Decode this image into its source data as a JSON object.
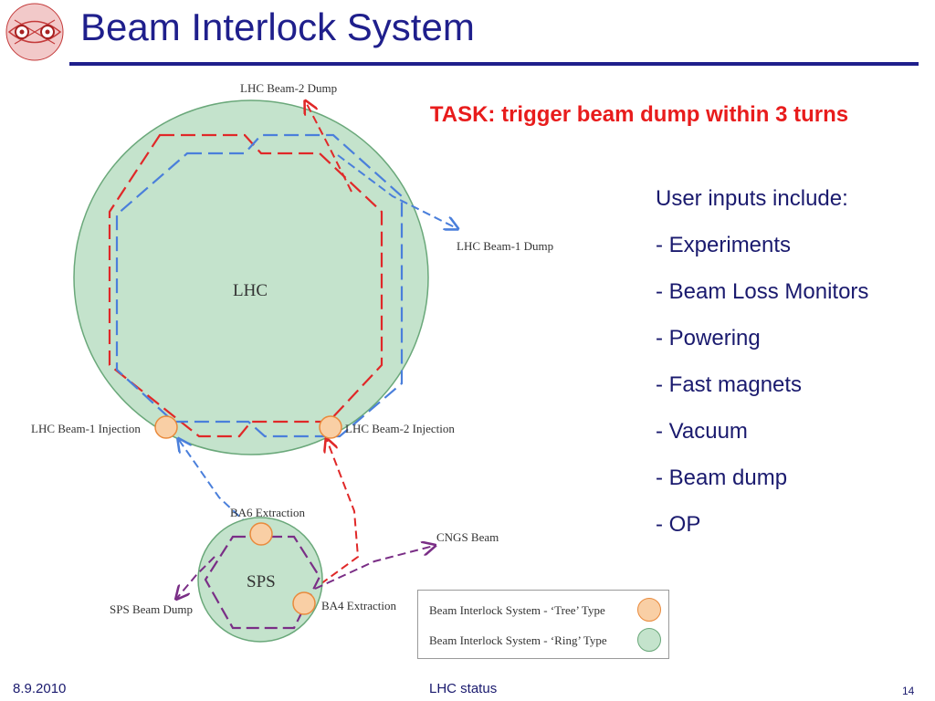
{
  "slide": {
    "title": "Beam Interlock System",
    "task": "TASK: trigger beam dump within 3 turns",
    "inputs_heading": "User inputs include:",
    "inputs": [
      "- Experiments",
      "- Beam Loss Monitors",
      "- Powering",
      "- Fast magnets",
      "- Vacuum",
      "- Beam dump",
      "- OP"
    ]
  },
  "diagram": {
    "lhc_label": "LHC",
    "sps_label": "SPS",
    "beam2_dump": "LHC Beam-2 Dump",
    "beam1_dump": "LHC Beam-1 Dump",
    "beam1_injection": "LHC Beam-1 Injection",
    "beam2_injection": "LHC Beam-2 Injection",
    "ba6_extraction": "BA6 Extraction",
    "ba4_extraction": "BA4 Extraction",
    "cngs_beam": "CNGS Beam",
    "sps_beam_dump": "SPS Beam Dump",
    "colors": {
      "ring_fill": "#c4e3cc",
      "ring_stroke": "#6aa87a",
      "tree_fill": "#f9cfa5",
      "tree_stroke": "#e98a3c",
      "beam1": "#4a7fdb",
      "beam2": "#e02828",
      "sps": "#7a2e86"
    }
  },
  "legend": {
    "tree_type": "Beam Interlock System - ‘Tree’ Type",
    "ring_type": "Beam Interlock System - ‘Ring’ Type"
  },
  "footer": {
    "date": "8.9.2010",
    "center": "LHC status",
    "page": "14"
  }
}
